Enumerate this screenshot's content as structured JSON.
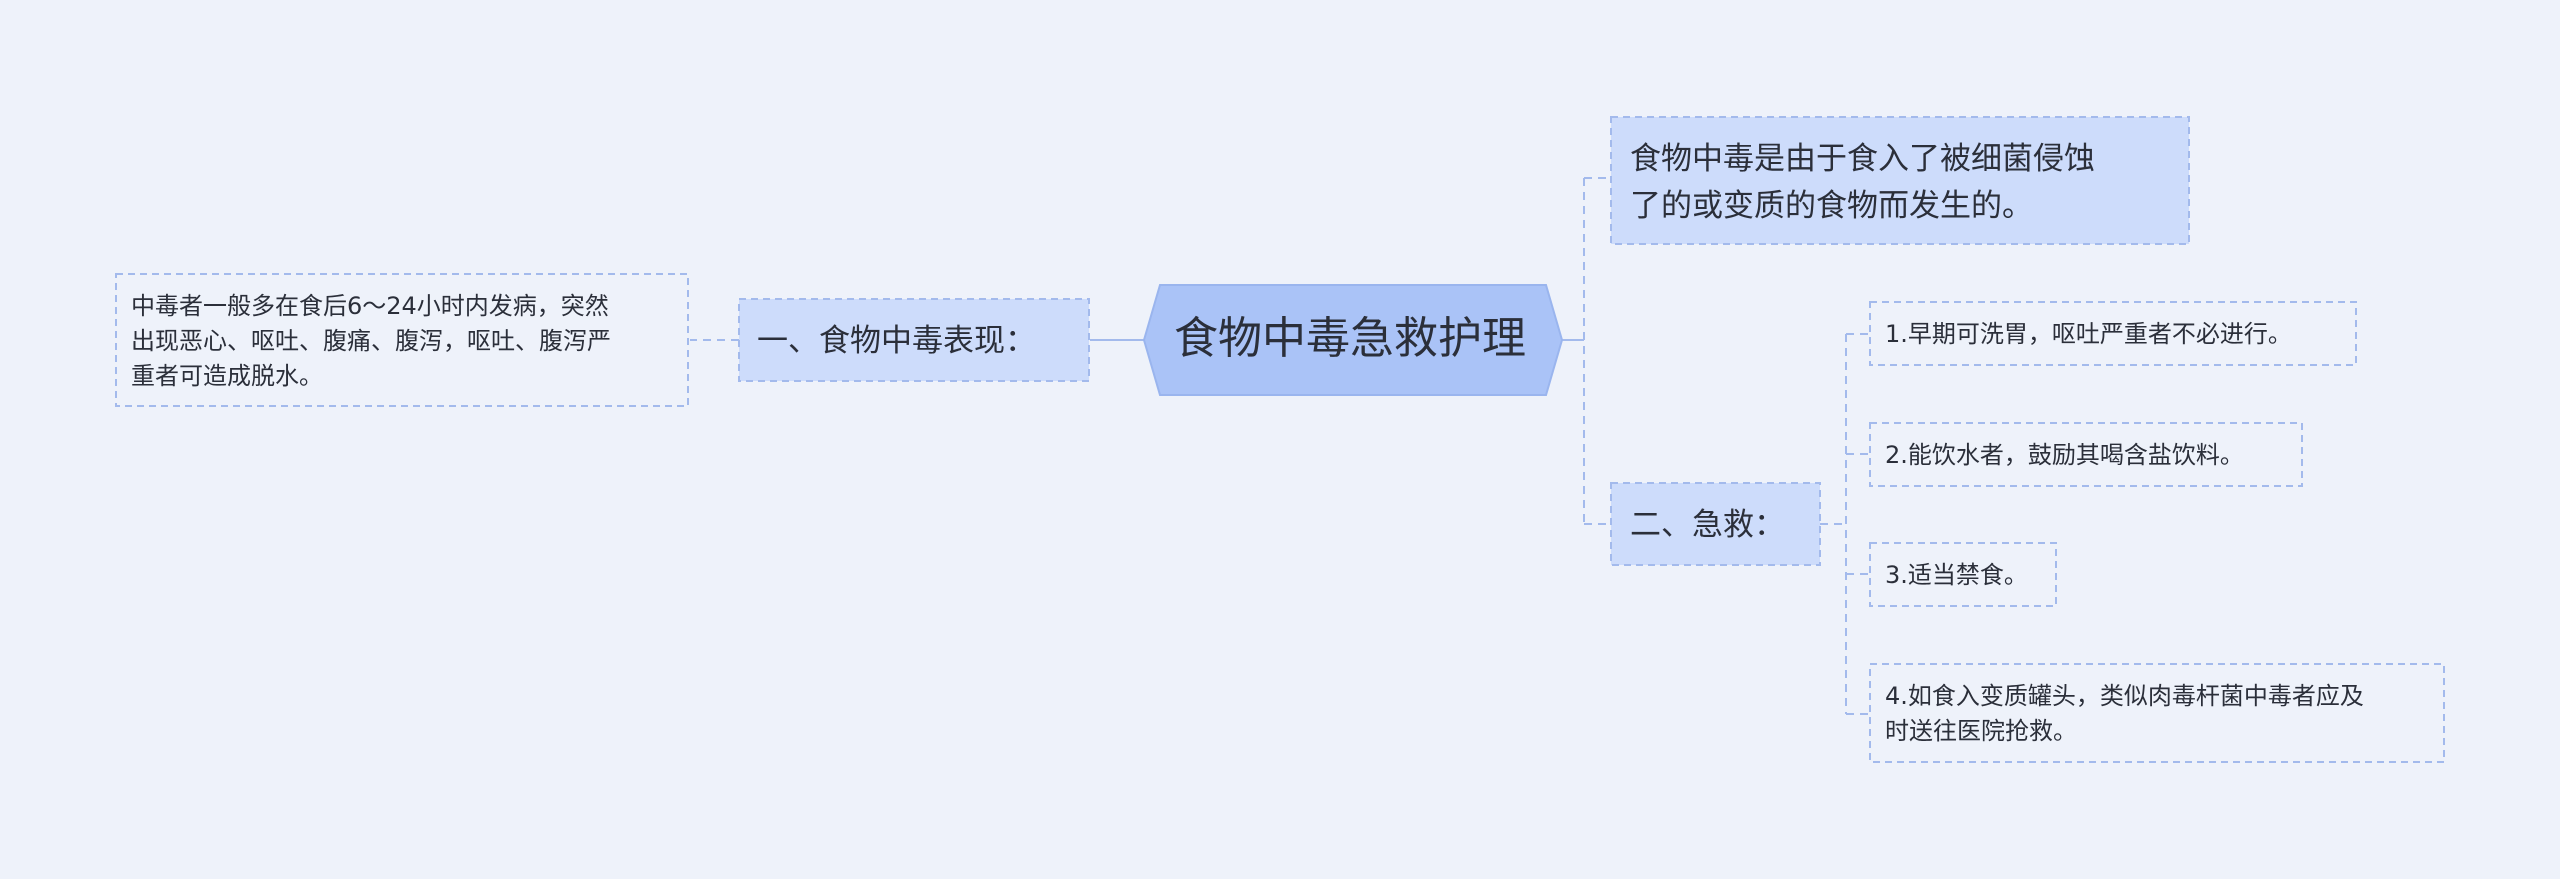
{
  "root": {
    "text": "食物中毒急救护理"
  },
  "left_branch": {
    "label": "一、食物中毒表现：",
    "detail": [
      "中毒者一般多在食后6～24小时内发病，突然",
      "出现恶心、呕吐、腹痛、腹泻，呕吐、腹泻严",
      "重者可造成脱水。"
    ]
  },
  "right_top": {
    "lines": [
      "食物中毒是由于食入了被细菌侵蚀",
      "了的或变质的食物而发生的。"
    ]
  },
  "right_branch": {
    "label": "二、急救：",
    "items": [
      {
        "lines": [
          "1.早期可洗胃，呕吐严重者不必进行。"
        ]
      },
      {
        "lines": [
          "2.能饮水者，鼓励其喝含盐饮料。"
        ]
      },
      {
        "lines": [
          "3.适当禁食。"
        ]
      },
      {
        "lines": [
          "4.如食入变质罐头，类似肉毒杆菌中毒者应及",
          "时送往医院抢救。"
        ]
      }
    ]
  },
  "colors": {
    "background": "#eef2fa",
    "root_fill": "#aac3f7",
    "level1_fill": "#cddcfb",
    "leaf_fill": "#eef2fa",
    "border": "#a3baec",
    "line": "#a3baec",
    "text": "#2b2f3a"
  }
}
